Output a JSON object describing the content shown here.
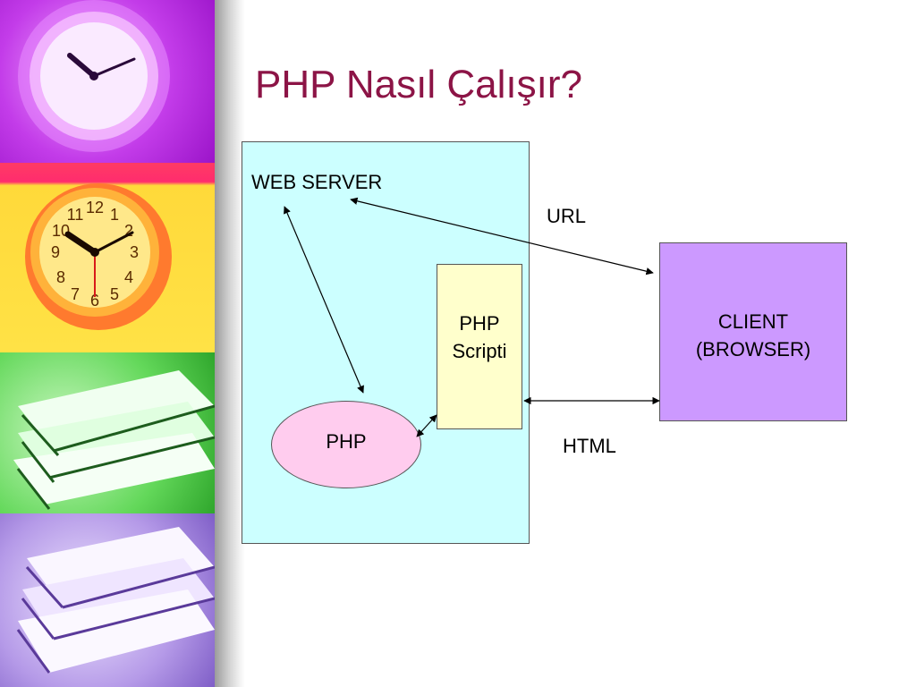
{
  "slide": {
    "title": "PHP Nasıl Çalışır?"
  },
  "diagram": {
    "web_server": {
      "label": "WEB SERVER",
      "fill": "#ccffff"
    },
    "php_script": {
      "line1": "PHP",
      "line2": "Scripti",
      "fill": "#ffffcc"
    },
    "php_engine": {
      "label": "PHP",
      "fill": "#ffccee"
    },
    "client": {
      "line1": "CLIENT",
      "line2": "(BROWSER)",
      "fill": "#cc99ff"
    },
    "url_label": "URL",
    "html_label": "HTML"
  },
  "colors": {
    "title": "#8c1446",
    "arrow": "#000000"
  },
  "decorations": [
    "clock-photo-purple",
    "clock-photo-yellow",
    "books-photo-green",
    "books-photo-purple"
  ]
}
